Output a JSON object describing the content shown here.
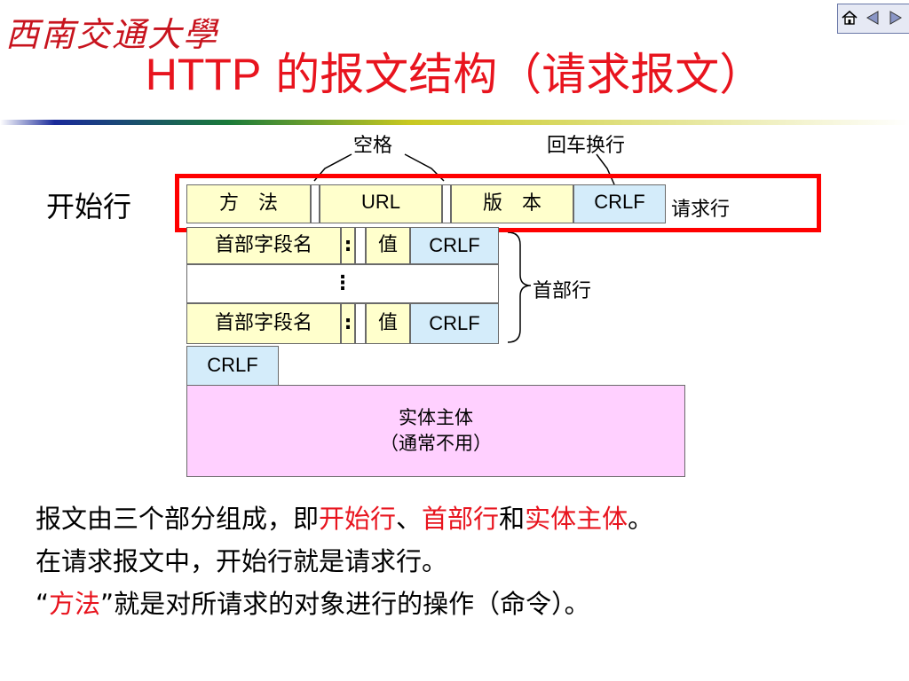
{
  "header": {
    "logo_text": "西南交通大學",
    "title_en": "HTTP",
    "title_zh": " 的报文结构（请求报文）",
    "accent_color": "#e8141e"
  },
  "nav": {
    "home_icon": "home-icon",
    "prev_icon": "triangle-left-icon",
    "next_icon": "triangle-right-icon"
  },
  "diagram": {
    "top_labels": {
      "space": "空格",
      "crlf": "回车换行"
    },
    "start_line_label": "开始行",
    "request_line_label": "请求行",
    "request_line": {
      "method": "方　法",
      "url": "URL",
      "version": "版　本",
      "crlf": "CRLF"
    },
    "header_rows": [
      {
        "name": "首部字段名",
        "colon": ":",
        "value": "值",
        "crlf": "CRLF"
      },
      {
        "name": "首部字段名",
        "colon": ":",
        "value": "值",
        "crlf": "CRLF"
      }
    ],
    "vertical_ellipsis": "⋮",
    "header_lines_label": "首部行",
    "blank_line_crlf": "CRLF",
    "entity_body": {
      "line1": "实体主体",
      "line2": "（通常不用）"
    }
  },
  "body_text": {
    "line1_a": "报文由三个部分组成，即",
    "line1_b": "开始行",
    "line1_c": "、",
    "line1_d": "首部行",
    "line1_e": "和",
    "line1_f": "实体主体",
    "line1_g": "。",
    "line2": "在请求报文中，开始行就是请求行。",
    "line3_quote_open": "“",
    "line3_term": "方法",
    "line3_quote_close": "”",
    "line3_rest": "就是对所请求的对象进行的操作（命令）。"
  }
}
